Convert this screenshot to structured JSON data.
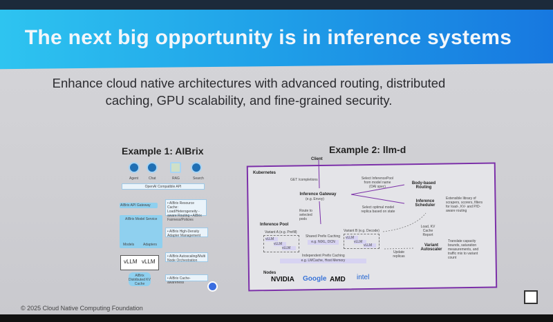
{
  "title": "The next big opportunity is in inference systems",
  "subtitle": [
    "Enhance cloud native architectures with advanced routing, distributed",
    "caching, GPU scalability, and fine-grained security."
  ],
  "example1": {
    "title": "Example 1: AIBrix",
    "icons": [
      "Agent",
      "Chat",
      "RAG",
      "Search"
    ],
    "api": "OpenAI Compatible API",
    "gateway": "AIBrix API Gateway",
    "gateway_notes": "• AIBrix Resource Cache: Load/Heterogeneity -aware Routing • AIBrix Fairness/Policies",
    "model_service": "AIBrix Model Service",
    "models": "Models",
    "adapters": "Adapters",
    "adapter_notes": "• AIBrix High-Density Adapter Management",
    "vllm": "vLLM",
    "autoscale_notes": "• AIBrix Autoscaling/Multi Node Orchestration",
    "kv_cache": "AIBrix Distributed KV Cache",
    "cache_notes": "• AIBrix Cache-awareness"
  },
  "example2": {
    "title": "Example 2: llm-d",
    "client": "Client",
    "kubernetes": "Kubernetes",
    "get": "GET /completions",
    "gateway": "Inference Gateway",
    "gateway_sub": "(e.g. Envoy)",
    "select_pool": "Select InferencePool from model name (OAI spec)",
    "body_routing": "Body-based Routing",
    "select_replica": "Select optimal model replica based on state",
    "scheduler": "Inference Scheduler",
    "scheduler_note": "Extensible library of scrapers, scorers, filters for load-, KV- and P/D- aware routing",
    "route": "Route to selected pods",
    "pool": "Inference Pool",
    "variant_a": "Variant A (e.g. Prefill)",
    "variant_b": "Variant B (e.g. Decode)",
    "vllm": "vLLM",
    "shared": "Shared Prefix Caching",
    "shared_eg": "e.g. NIXL, DCN",
    "load": "Load, KV Cache Report",
    "autoscaler": "Variant Autoscaler",
    "autoscaler_note": "Translate capacity bounds, saturation measurements, and traffic mix to variant count",
    "update": "Update replicas",
    "independent": "Independent Prefix Caching",
    "independent_eg": "e.g. LMCache, Host Memory",
    "nodes": "Nodes",
    "vendors": [
      "NVIDIA",
      "Google",
      "AMD",
      "intel"
    ]
  },
  "footer": "© 2025 Cloud Native Computing Foundation"
}
